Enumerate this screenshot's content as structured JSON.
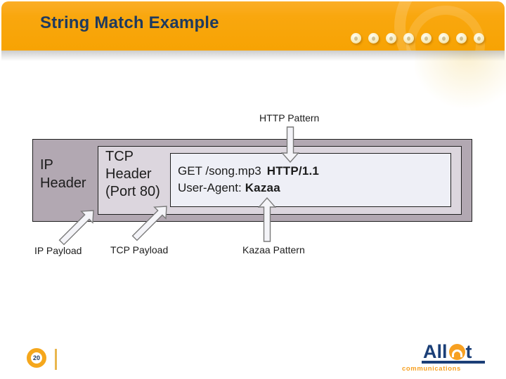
{
  "header": {
    "title": "String Match Example"
  },
  "diagram": {
    "ip_header": "IP Header",
    "tcp_header": "TCP Header (Port 80)",
    "payload": {
      "line1_regular": "GET /song.mp3",
      "line1_bold": "HTTP/1.1",
      "line2_regular": "User-Agent:",
      "line2_bold": "Kazaa"
    },
    "labels": {
      "http_pattern": "HTTP Pattern",
      "kazaa_pattern": "Kazaa Pattern",
      "ip_payload": "IP Payload",
      "tcp_payload": "TCP Payload"
    }
  },
  "footer": {
    "page_number": "20",
    "logo": {
      "part1": "All",
      "part2": "t",
      "subtitle": "communications"
    }
  },
  "colors": {
    "header_orange": "#F9A70E",
    "title_navy": "#1E3A5F",
    "outer_box_fill": "#B2A8B2",
    "tcp_box_fill": "#DCD6DE",
    "payload_box_fill": "#EEEFF6",
    "logo_navy": "#1B3F77",
    "logo_orange": "#F7A021"
  }
}
